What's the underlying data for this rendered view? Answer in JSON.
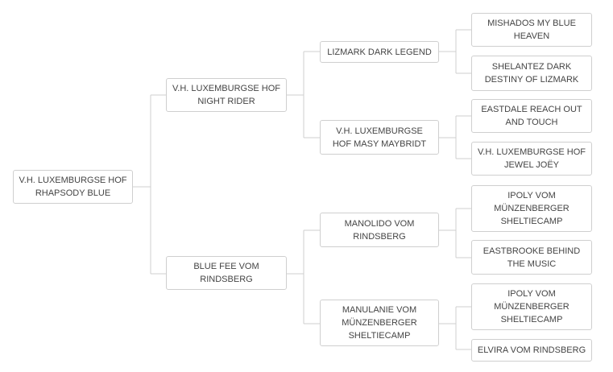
{
  "pedigree": {
    "subject": "V.H. LUXEMBURGSE HOF RHAPSODY BLUE",
    "sire": "V.H. LUXEMBURGSE HOF NIGHT RIDER",
    "dam": "BLUE FEE VOM RINDSBERG",
    "sire_sire": "LIZMARK DARK LEGEND",
    "sire_dam": "V.H. LUXEMBURGSE HOF MASY MAYBRIDT",
    "dam_sire": "MANOLIDO VOM RINDSBERG",
    "dam_dam": "MANULANIE VOM MÜNZENBERGER SHELTIECAMP",
    "sire_sire_sire": "MISHADOS MY BLUE HEAVEN",
    "sire_sire_dam": "SHELANTEZ DARK DESTINY OF LIZMARK",
    "sire_dam_sire": "EASTDALE REACH OUT AND TOUCH",
    "sire_dam_dam": "V.H. LUXEMBURGSE HOF JEWEL JOËY",
    "dam_sire_sire": "IPOLY VOM MÜNZENBERGER SHELTIECAMP",
    "dam_sire_dam": "EASTBROOKE BEHIND THE MUSIC",
    "dam_dam_sire": "IPOLY VOM MÜNZENBERGER SHELTIECAMP",
    "dam_dam_dam": "ELVIRA VOM RINDSBERG"
  },
  "colors": {
    "line": "#cfcfcf",
    "text": "#444444",
    "border": "#cfcfcf"
  }
}
